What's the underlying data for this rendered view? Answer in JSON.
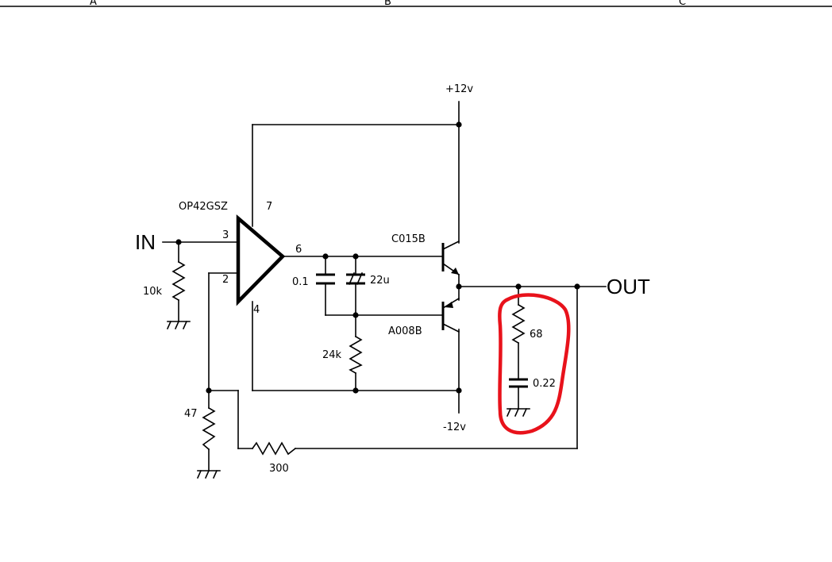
{
  "frame": {
    "zone_a": "A",
    "zone_b": "B",
    "zone_c": "C"
  },
  "labels": {
    "supply_pos": "+12v",
    "supply_neg": "-12v",
    "opamp": "OP42GSZ",
    "pin3": "3",
    "pin2": "2",
    "pin6": "6",
    "pin7": "7",
    "pin4": "4",
    "input": "IN",
    "output": "OUT",
    "q_top": "C015B",
    "q_bot": "A008B",
    "r_in": "10k",
    "c_01": "0.1",
    "c_22u": "22u",
    "r_24k": "24k",
    "r_47": "47",
    "r_300": "300",
    "r_68": "68",
    "c_022": "0.22"
  },
  "highlight": {
    "color": "#e8121b",
    "note": "red loop around 68 ohm / 0.22 snubber"
  }
}
